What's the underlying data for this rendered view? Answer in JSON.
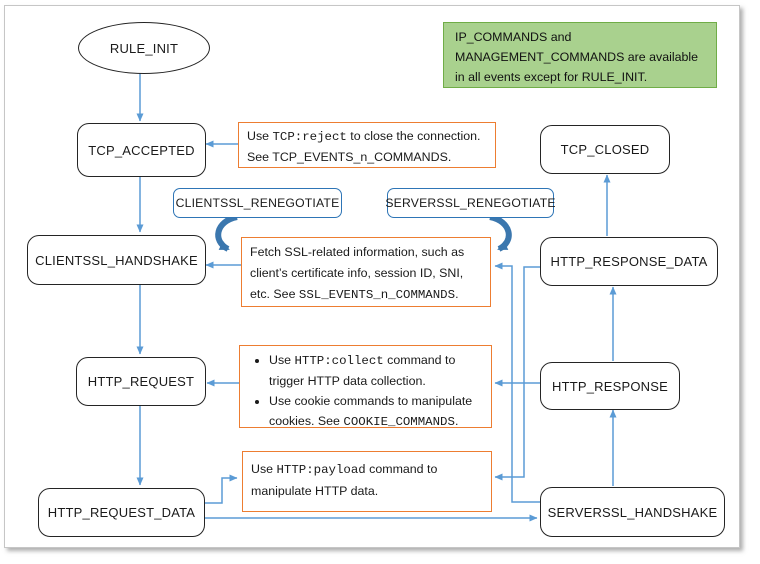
{
  "colors": {
    "edge": "#5b9bd5",
    "arc": "#3b77ae",
    "note_border": "#ed7d31",
    "green_fill": "#a9d18e",
    "green_border": "#70ad47",
    "blue_box_border": "#2e75b6",
    "text": "#1a1a1a"
  },
  "nodes": {
    "rule_init": "RULE_INIT",
    "tcp_accepted": "TCP_ACCEPTED",
    "clientssl_handshake": "CLIENTSSL_HANDSHAKE",
    "http_request": "HTTP_REQUEST",
    "http_request_data": "HTTP_REQUEST_DATA",
    "tcp_closed": "TCP_CLOSED",
    "http_response_data": "HTTP_RESPONSE_DATA",
    "http_response": "HTTP_RESPONSE",
    "serverssl_handshake": "SERVERSSL_HANDSHAKE",
    "clientssl_renegotiate": "CLIENTSSL_RENEGOTIATE",
    "serverssl_renegotiate": "SERVERSSL_RENEGOTIATE"
  },
  "notes": {
    "availability": "IP_COMMANDS and MANAGEMENT_COMMANDS are available in all events except for RULE_INIT.",
    "tcp": {
      "pre": "Use ",
      "code": "TCP:reject",
      "post": " to close the connection. See TCP_EVENTS_n_COMMANDS."
    },
    "ssl": {
      "pre": "Fetch SSL-related information, such as client’s certificate info, session ID, SNI, etc. See ",
      "code": "SSL_EVENTS_n_COMMANDS",
      "post": "."
    },
    "http_collect": {
      "pre": "Use ",
      "code": "HTTP:collect",
      "post": " command to trigger HTTP data collection."
    },
    "cookie": {
      "pre": "Use cookie commands to manipulate cookies. See ",
      "code": "COOKIE_COMMANDS",
      "post": "."
    },
    "payload": {
      "pre": "Use ",
      "code": "HTTP:payload",
      "post": " command to manipulate HTTP data."
    }
  }
}
